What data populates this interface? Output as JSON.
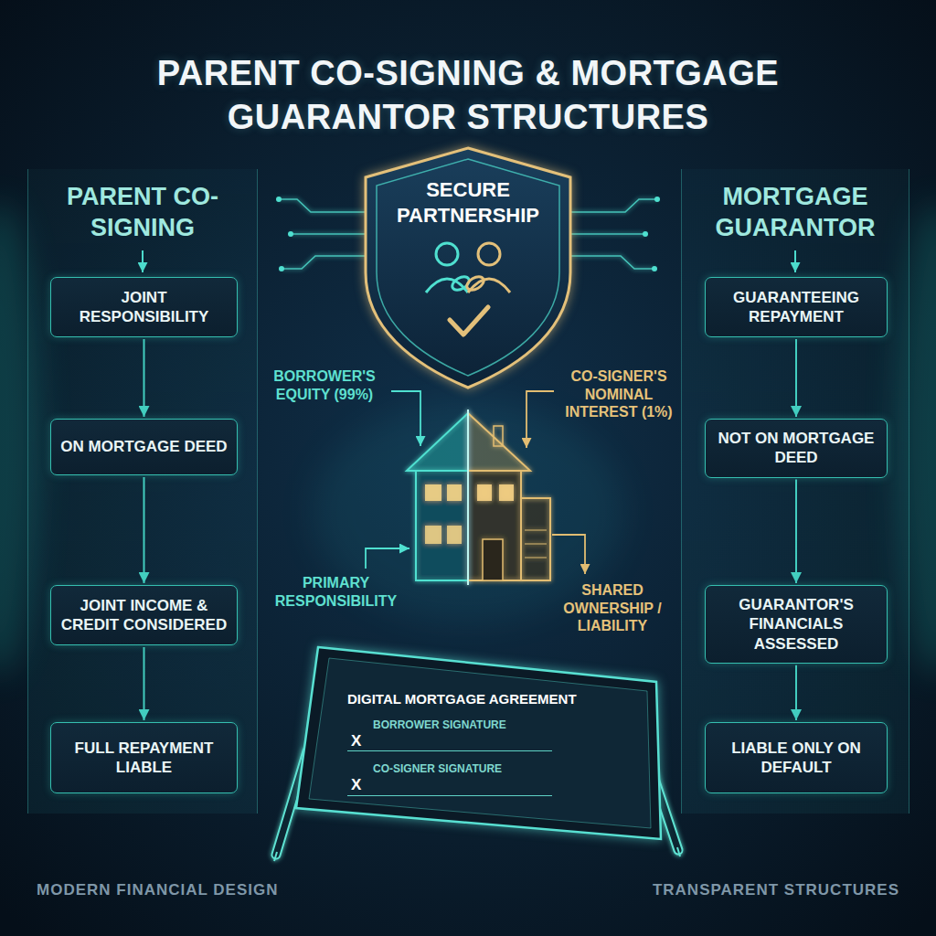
{
  "diagram": {
    "title": "PARENT CO-SIGNING & MORTGAGE GUARANTOR STRUCTURES",
    "nodes": [
      {
        "text": [
          "PARENT CO-SIGNING"
        ]
      },
      {
        "text": [
          "JOINT RESPONSIBILITY"
        ],
        "in": 0
      },
      {
        "text": [
          "ON MORTGAGE DEED"
        ],
        "in": 0
      },
      {
        "text": [
          "JOINT INCOME & CREDIT CONSIDERED"
        ],
        "in": 0
      },
      {
        "text": [
          "FULL REPAYMENT LIABLE"
        ],
        "in": 0
      },
      {
        "text": [
          "SECURE PARTNERSHIP"
        ]
      },
      {
        "text": [
          "MORTGAGE GUARANTOR"
        ]
      },
      {
        "text": [
          "GUARANTEEING REPAYMENT"
        ],
        "in": 6
      },
      {
        "text": [
          "NOT ON MORTGAGE DEED"
        ],
        "in": 6
      },
      {
        "text": [
          "GUARANTOR'S FINANCIALS ASSESSED"
        ],
        "in": 6
      },
      {
        "text": [
          "LIABLE ONLY ON DEFAULT"
        ],
        "in": 6
      },
      {
        "text": [
          "DIGITAL MORTGAGE AGREEMENT",
          "BORROWER SIGNATURE",
          "X",
          "CO-SIGNER SIGNATURE",
          "X"
        ]
      }
    ],
    "edges": [
      {
        "from": 1,
        "to": 2,
        "arrow": "to"
      },
      {
        "from": 2,
        "to": 3,
        "arrow": "to"
      },
      {
        "from": 3,
        "to": 4,
        "arrow": "to"
      },
      {
        "from": 7,
        "to": 8,
        "arrow": "to"
      },
      {
        "from": 8,
        "to": 9,
        "arrow": "to"
      },
      {
        "from": 9,
        "to": 10,
        "arrow": "to"
      }
    ],
    "labels": [
      "BORROWER'S EQUITY (99%)",
      "CO-SIGNER'S NOMINAL INTEREST (1%)",
      "PRIMARY RESPONSIBILITY",
      "SHARED OWNERSHIP / LIABILITY",
      "MODERN FINANCIAL DESIGN",
      "TRANSPARENT STRUCTURES"
    ]
  }
}
